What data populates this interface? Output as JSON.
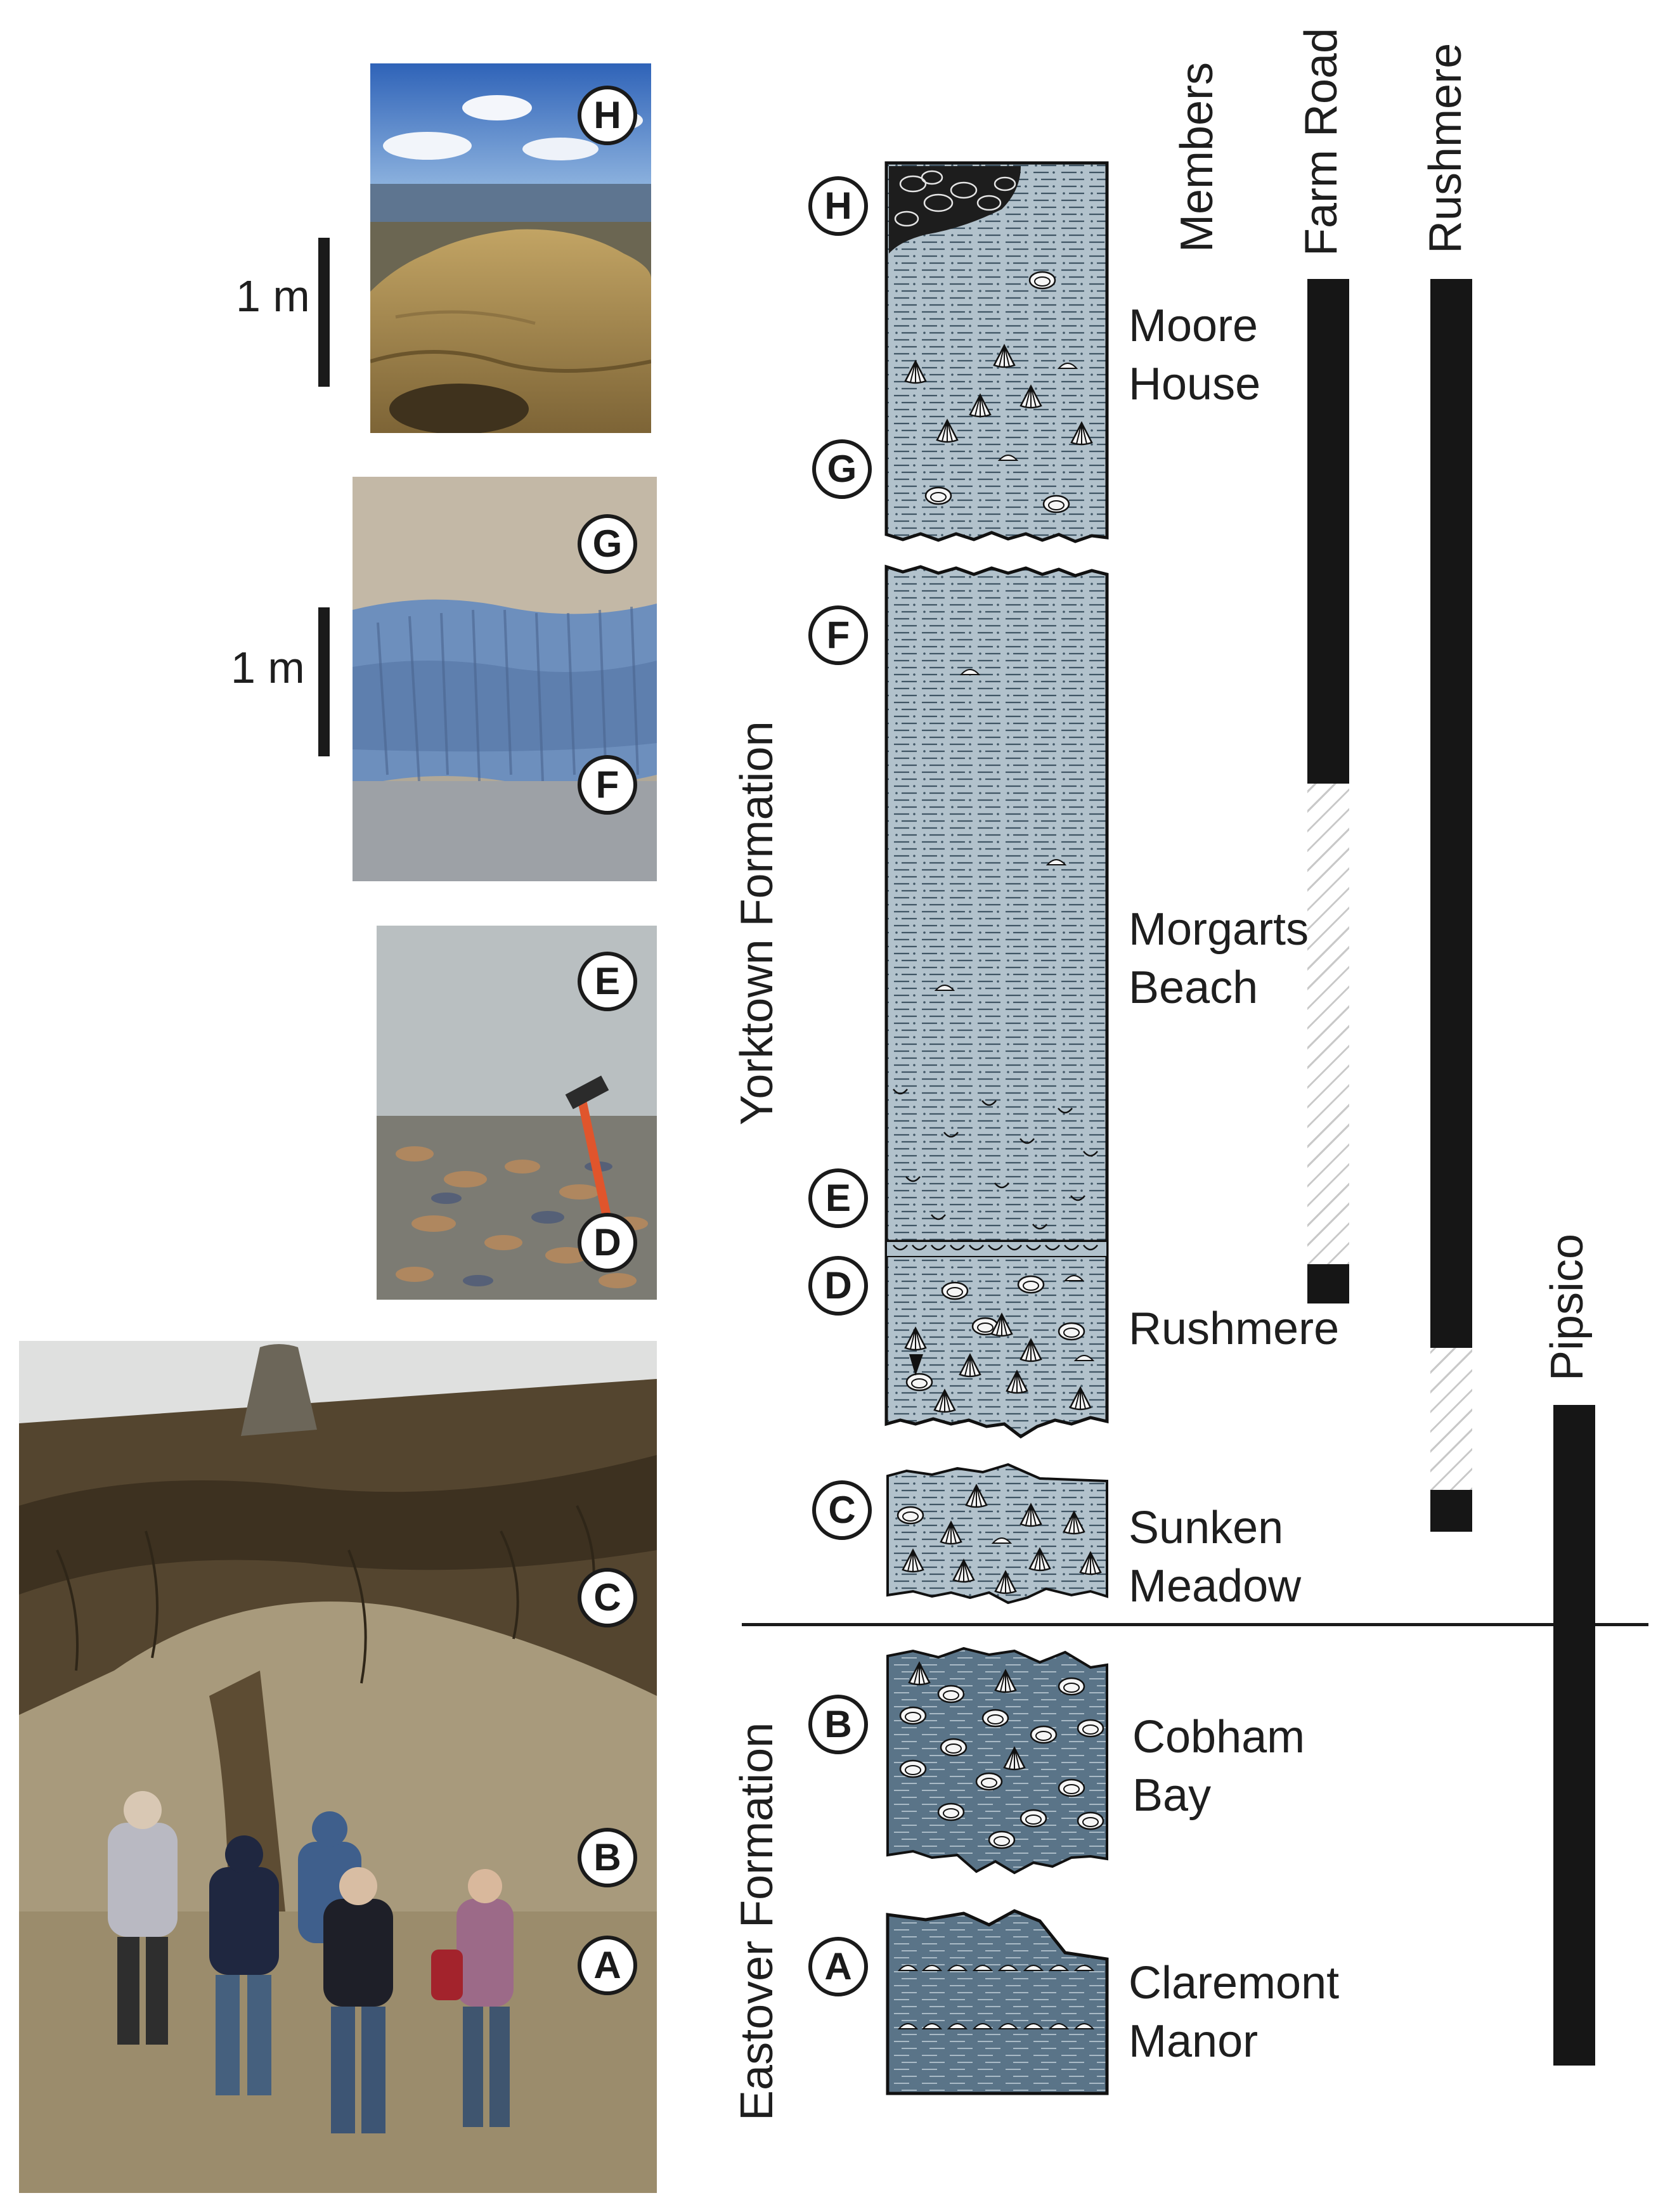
{
  "scale_bar_label": "1 m",
  "column_headers": [
    "Members",
    "Farm Road",
    "Rushmere",
    "Pipsico"
  ],
  "formations": {
    "yorktown": "Yorktown Formation",
    "eastover": "Eastover Formation"
  },
  "members": [
    {
      "line1": "Moore",
      "line2": "House"
    },
    {
      "line1": "Morgarts",
      "line2": "Beach"
    },
    {
      "line1": "Rushmere",
      "line2": ""
    },
    {
      "line1": "Sunken",
      "line2": "Meadow"
    },
    {
      "line1": "Cobham",
      "line2": "Bay"
    },
    {
      "line1": "Claremont",
      "line2": "Manor"
    }
  ],
  "markers": [
    "A",
    "B",
    "C",
    "D",
    "E",
    "F",
    "G",
    "H"
  ],
  "colors": {
    "light_sediment": "#b2c2cc",
    "dark_sediment": "#5a7488",
    "bar": "#161616"
  }
}
